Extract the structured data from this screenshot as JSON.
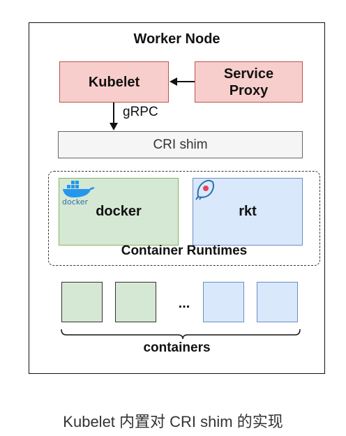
{
  "diagram": {
    "title": "Worker Node",
    "kubelet": "Kubelet",
    "service_proxy_line1": "Service",
    "service_proxy_line2": "Proxy",
    "edge_label": "gRPC",
    "cri_shim": "CRI shim",
    "docker": "docker",
    "docker_logo_text": "docker",
    "rkt": "rkt",
    "runtimes_label": "Container Runtimes",
    "ellipsis": "...",
    "containers_label": "containers"
  },
  "caption": "Kubelet 内置对 CRI shim 的实现",
  "colors": {
    "red_fill": "#f8cecc",
    "red_stroke": "#b85450",
    "green_fill": "#d5e8d4",
    "green_stroke": "#82b366",
    "blue_fill": "#dae8fc",
    "blue_stroke": "#6c8ebf",
    "grey_fill": "#f5f5f5",
    "docker_blue": "#2496ed",
    "rkt_red": "#e8415b"
  }
}
